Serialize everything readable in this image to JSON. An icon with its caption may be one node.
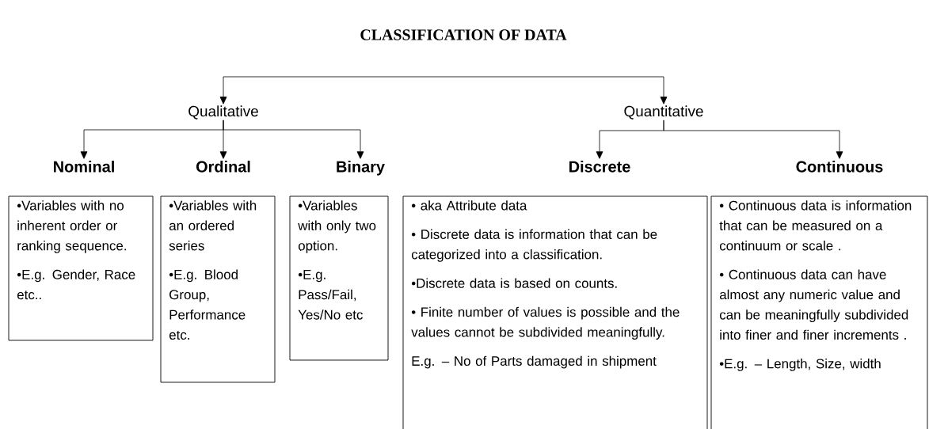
{
  "diagram": {
    "title": "CLASSIFICATION OF DATA",
    "nodes": [
      {
        "text": [
          "Qualitative"
        ]
      },
      {
        "text": [
          "Quantitative"
        ]
      },
      {
        "text": [
          "Nominal",
          "•Variables with no inherent order or ranking sequence.",
          "•E.g. Gender, Race etc.."
        ]
      },
      {
        "text": [
          "Ordinal",
          "•Variables with an ordered series",
          "•E.g. Blood Group, Performance etc."
        ]
      },
      {
        "text": [
          "Binary",
          "•Variables with only two option.",
          "•E.g. Pass/Fail, Yes/No etc"
        ]
      },
      {
        "text": [
          "Discrete",
          "• aka Attribute data",
          "• Discrete data is information that can be categorized into a classification.",
          "•Discrete data is based on counts.",
          "• Finite number of values is possible and the values cannot be subdivided meaningfully.",
          "E.g. – No of Parts damaged in shipment"
        ]
      },
      {
        "text": [
          "Continuous",
          "• Continuous data is information that can be measured on a continuum or scale .",
          "• Continuous data can have almost any numeric value and can be meaningfully subdivided into finer and finer increments .",
          "•E.g. – Length, Size, width"
        ]
      }
    ],
    "edges": [
      {
        "from": 0,
        "to": 1,
        "arrow": "both"
      },
      {
        "from": 0,
        "to": 2,
        "arrow": "to"
      },
      {
        "from": 0,
        "to": 3,
        "arrow": "to"
      },
      {
        "from": 0,
        "to": 4,
        "arrow": "to"
      },
      {
        "from": 1,
        "to": 5,
        "arrow": "to"
      },
      {
        "from": 1,
        "to": 6,
        "arrow": "to"
      }
    ]
  }
}
